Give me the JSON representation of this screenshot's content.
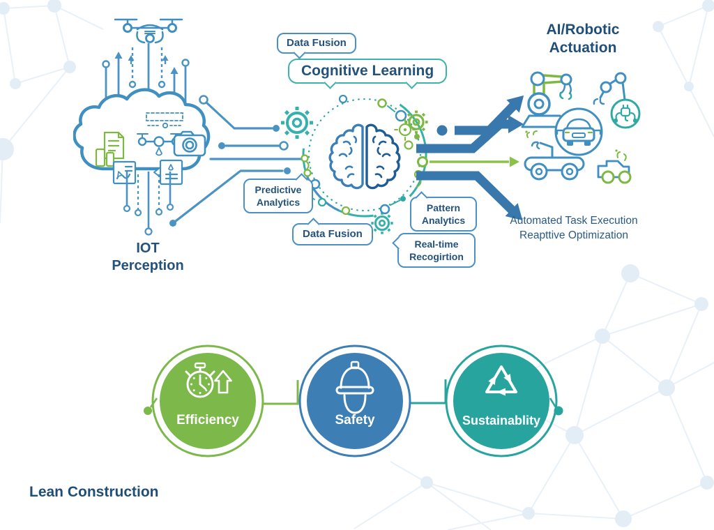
{
  "palette": {
    "blue": "#3f8fc0",
    "line_blue": "#4a93c2",
    "arrow_blue": "#3878ad",
    "dark_blue_text": "#24527b",
    "navy_heading": "#1f4e79",
    "teal": "#2fa9a4",
    "green": "#7db843",
    "pillar_green": "#7cb84a",
    "pillar_blue": "#3d7eb5",
    "pillar_teal": "#27a49e",
    "mesh": "#e8f0f8"
  },
  "icons": {
    "uav": "drone-icon",
    "cloud": "cloud-icon",
    "documents": "documents-icon",
    "camera": "camera-icon",
    "report": "report-icon",
    "brain": "brain-icon",
    "gear": "gear-icon",
    "robot_arm": "robot-arm-icon",
    "plug": "plug-icon",
    "car": "car-icon",
    "rover": "rover-icon",
    "truck": "truck-icon",
    "stopwatch": "stopwatch-icon",
    "up_arrow": "up-arrow-icon",
    "hard_hat": "hard-hat-icon",
    "recycle": "recycle-icon"
  },
  "flow": {
    "iot": {
      "title_line1": "IOT",
      "title_line2": "Perception"
    },
    "cognitive": {
      "bubble_data_fusion_top": "Data Fusion",
      "title": "Cognitive Learning",
      "bubble_predictive_line1": "Predictive",
      "bubble_predictive_line2": "Analytics",
      "bubble_data_fusion_bottom": "Data Fusion",
      "bubble_pattern_line1": "Pattern",
      "bubble_pattern_line2": "Analytics",
      "bubble_realtime_line1": "Real-time",
      "bubble_realtime_line2": "Recogirtion"
    },
    "actuation": {
      "title_line1": "AI/Robotic",
      "title_line2": "Actuation",
      "caption_line1": "Automated Task Execution",
      "caption_line2": "Reapttive Optimization"
    }
  },
  "pillars": {
    "items": [
      {
        "label": "Efficiency",
        "color": "#7cb84a",
        "icon": "stopwatch-icon"
      },
      {
        "label": "Safety",
        "color": "#3d7eb5",
        "icon": "hard-hat-icon"
      },
      {
        "label": "Sustainablity",
        "color": "#27a49e",
        "icon": "recycle-icon"
      }
    ]
  },
  "footer": {
    "title": "Lean Construction"
  }
}
